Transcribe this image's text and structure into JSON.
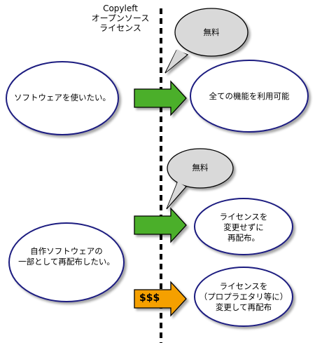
{
  "header": {
    "line1": "Copyleft",
    "line2": "オープンソース",
    "line3": "ライセンス"
  },
  "section1": {
    "user_need": "ソフトウェアを使いたい。",
    "bubble": "無料",
    "result": "全ての機能を利用可能"
  },
  "section2": {
    "user_need_line1": "自作ソフトウェアの",
    "user_need_line2": "一部として再配布したい。",
    "bubble": "無料",
    "result_free_line1": "ライセンスを",
    "result_free_line2": "変更せずに",
    "result_free_line3": "再配布。",
    "paid_arrow_label": "$$$",
    "result_paid_line1": "ライセンスを",
    "result_paid_line2": "（プロプラエタリ等に）",
    "result_paid_line3": "変更して再配布"
  },
  "colors": {
    "ellipse_stroke": "#1c1c80",
    "free_arrow": "#4caf2a",
    "paid_arrow": "#f5a000",
    "bubble_fill": "#d9d9d9",
    "divider": "#000000"
  }
}
